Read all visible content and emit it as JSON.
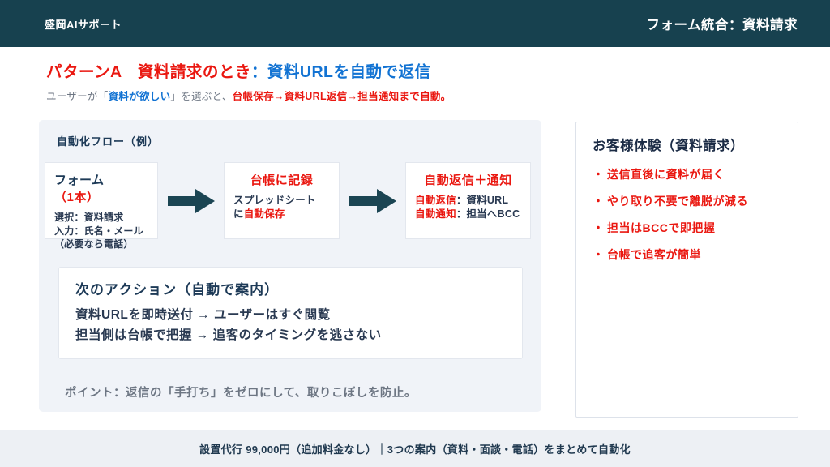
{
  "colors": {
    "header_bg": "#17414f",
    "red": "#ea1710",
    "blue": "#1273d3",
    "navy": "#1d3a57",
    "dark": "#2a3a52",
    "gray": "#6d7683",
    "panel_bg": "#f0f3f8",
    "footer_bg": "#edf0f4",
    "arrow": "#1b4553"
  },
  "header": {
    "brand": "盛岡AIサポート",
    "page_title": "フォーム統合：資料請求"
  },
  "title": {
    "red_part": "パターンA　資料請求のとき",
    "blue_part": "：資料URLを自動で返信"
  },
  "subtitle": {
    "segments": [
      {
        "text": "ユーザーが「",
        "style": "gray"
      },
      {
        "text": "資料が欲しい",
        "style": "blue"
      },
      {
        "text": "」を選ぶと、",
        "style": "gray"
      },
      {
        "text": "台帳保存→資料URL返信→担当通知まで自動。",
        "style": "red"
      }
    ]
  },
  "flow": {
    "label": "自動化フロー（例）",
    "step1": {
      "title_main": "フォーム",
      "title_accent": "（1本）",
      "lines": [
        "選択：資料請求",
        "入力：氏名・メール",
        "（必要なら電話）"
      ]
    },
    "step2": {
      "title": "台帳に記録",
      "body_line1": "スプレッドシート",
      "body_line2_plain": "に",
      "body_line2_accent": "自動保存"
    },
    "step3": {
      "title": "自動返信＋通知",
      "lines": [
        {
          "accent": "自動返信",
          "rest": "：資料URL"
        },
        {
          "accent": "自動通知",
          "rest": "：担当へBCC"
        }
      ]
    }
  },
  "next_action": {
    "title": "次のアクション（自動で案内）",
    "lines": [
      "資料URLを即時送付 → ユーザーはすぐ閲覧",
      "担当側は台帳で把握 → 追客のタイミングを逃さない"
    ]
  },
  "point": "ポイント：返信の「手打ち」をゼロにして、取りこぼしを防止。",
  "customer_panel": {
    "title": "お客様体験（資料請求）",
    "bullet_char": "・",
    "bullets": [
      "送信直後に資料が届く",
      "やり取り不要で離脱が減る",
      "担当はBCCで即把握",
      "台帳で追客が簡単"
    ]
  },
  "footer": {
    "text": "設置代行 99,000円（追加料金なし）｜3つの案内（資料・面談・電話）をまとめて自動化"
  }
}
